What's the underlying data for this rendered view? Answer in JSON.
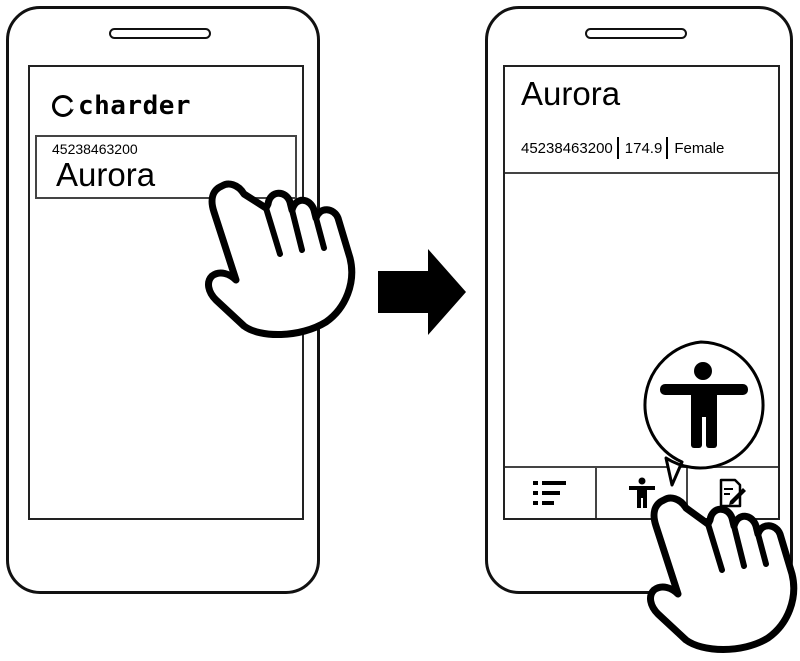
{
  "left_screen": {
    "brand": "charder",
    "patient_card": {
      "id": "45238463200",
      "name": "Aurora"
    }
  },
  "right_screen": {
    "patient_name": "Aurora",
    "patient_id": "45238463200",
    "height": "174.9",
    "gender": "Female",
    "toolbar": [
      {
        "icon": "list-icon"
      },
      {
        "icon": "body-icon"
      },
      {
        "icon": "edit-note-icon"
      }
    ]
  },
  "callout": {
    "icon": "body-icon"
  },
  "gestures": [
    "tap-hand-icon",
    "tap-hand-icon"
  ]
}
